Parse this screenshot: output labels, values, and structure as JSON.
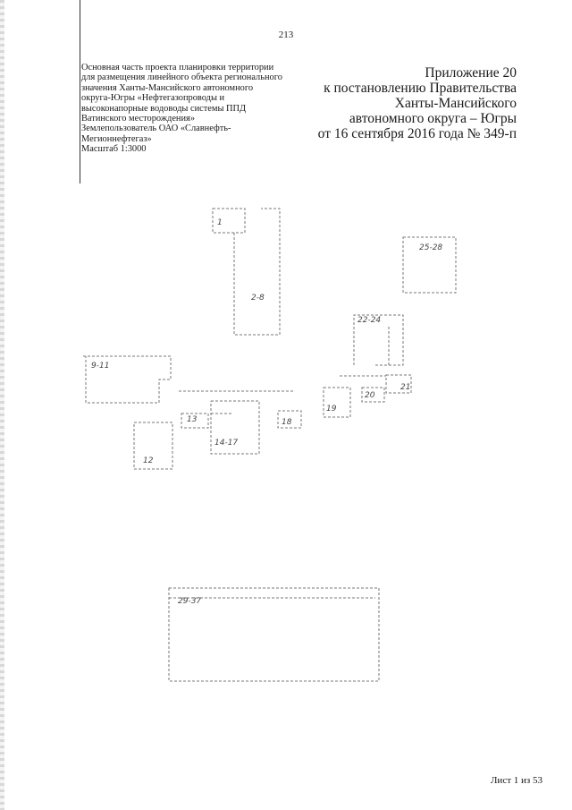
{
  "page_number": "213",
  "header_left": [
    "Основная часть проекта планировки территории",
    "для размещения линейного объекта регионального",
    "значения Ханты-Мансийского автономного",
    "округа-Югры «Нефтегазопроводы и",
    "высоконапорные водоводы системы ППД",
    "Ватинского месторождения»",
    "Землепользователь ОАО «Славнефть-",
    "Мегионнефтегаз»",
    "Масштаб 1:3000"
  ],
  "header_right": [
    "Приложение 20",
    "к постановлению Правительства",
    "Ханты-Мансийского",
    "автономного округа – Югры",
    "от 16 сентября 2016 года № 349-п"
  ],
  "parcels": [
    {
      "id": "1",
      "label": "1"
    },
    {
      "id": "2-8",
      "label": "2-8"
    },
    {
      "id": "25-28",
      "label": "25-28"
    },
    {
      "id": "22-24",
      "label": "22-24"
    },
    {
      "id": "9-11",
      "label": "9-11"
    },
    {
      "id": "13",
      "label": "13"
    },
    {
      "id": "14-17",
      "label": "14-17"
    },
    {
      "id": "18",
      "label": "18"
    },
    {
      "id": "19",
      "label": "19"
    },
    {
      "id": "20",
      "label": "20"
    },
    {
      "id": "21",
      "label": "21"
    },
    {
      "id": "12",
      "label": "12"
    },
    {
      "id": "29-37",
      "label": "29-37"
    }
  ],
  "footer": {
    "sheet": "Лист 1 из 53"
  }
}
